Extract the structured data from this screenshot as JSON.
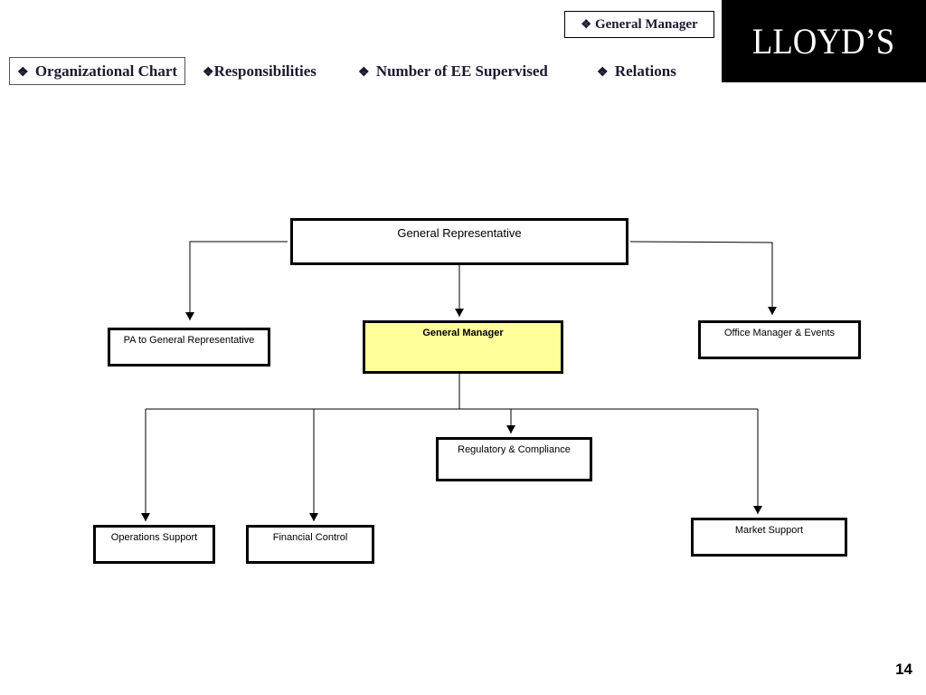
{
  "header": {
    "section_label": "General Manager",
    "logo_text": "LLOYD’S",
    "bullet": "❖"
  },
  "nav": {
    "tabs": [
      {
        "label": "Organizational Chart",
        "active": true
      },
      {
        "label": "Responsibilities",
        "active": false
      },
      {
        "label": "Number of EE Supervised",
        "active": false
      },
      {
        "label": "Relations",
        "active": false
      }
    ]
  },
  "org_chart": {
    "nodes": {
      "general_representative": "General Representative",
      "pa_to_general_representative": "PA to General Representative",
      "general_manager": "General Manager",
      "office_manager_events": "Office Manager & Events",
      "regulatory_compliance": "Regulatory & Compliance",
      "operations_support": "Operations Support",
      "financial_control": "Financial Control",
      "market_support": "Market Support"
    },
    "highlight_color": "#ffff99"
  },
  "footer": {
    "page_number": "14"
  }
}
